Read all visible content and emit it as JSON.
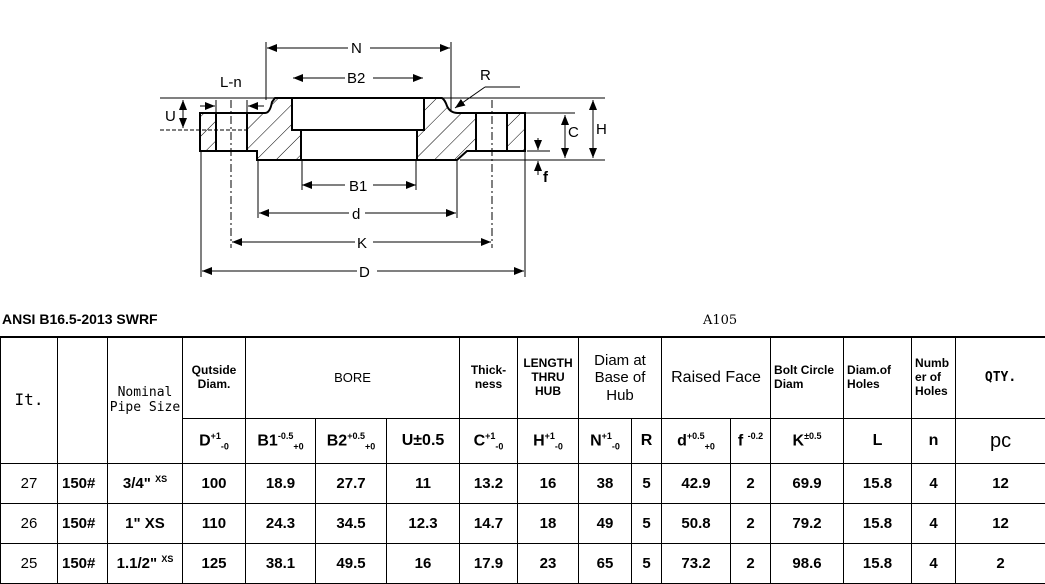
{
  "drawing": {
    "labels": {
      "N": "N",
      "B2": "B2",
      "R": "R",
      "Ln": "L-n",
      "U": "U",
      "C": "C",
      "H": "H",
      "f": "f",
      "B1": "B1",
      "d": "d",
      "K": "K",
      "D": "D"
    }
  },
  "title": "ANSI B16.5-2013 SWRF",
  "material": "A105",
  "table": {
    "headers": {
      "it": "It.",
      "nps": "Nominal Pipe Size",
      "od": "Qutside Diam.",
      "bore": "BORE",
      "thick": "Thick- ness",
      "length": "LENGTH THRU HUB",
      "hubbase": "Diam at Base of Hub",
      "rf": "Raised Face",
      "bolt": "Bolt Circle Diam",
      "holes": "Diam.of Holes",
      "num": "Numb er of Holes",
      "qty": "QTY."
    },
    "sub": {
      "D": "D",
      "D_sup": "+1",
      "D_sub": "-0",
      "B1": "B1",
      "B1_sup": "-0.5",
      "B1_sub": "+0",
      "B2": "B2",
      "B2_sup": "+0.5",
      "B2_sub": "+0",
      "U": "U±0.5",
      "C": "C",
      "C_sup": "+1",
      "C_sub": "-0",
      "H": "H",
      "H_sup": "+1",
      "H_sub": "-0",
      "N": "N",
      "N_sup": "+1",
      "N_sub": "-0",
      "R": "R",
      "d": "d",
      "d_sup": "+0.5",
      "d_sub": "+0",
      "f": "f",
      "f_sup": "-0.2",
      "K": "K",
      "K_sup": "±0.5",
      "L": "L",
      "n": "n",
      "pc": "pc"
    },
    "rows": [
      {
        "it": "27",
        "cls": "150#",
        "size": "3/4\"",
        "size_sup": "XS",
        "D": "100",
        "B1": "18.9",
        "B2": "27.7",
        "U": "11",
        "C": "13.2",
        "H": "16",
        "N": "38",
        "R": "5",
        "d": "42.9",
        "f": "2",
        "K": "69.9",
        "L": "15.8",
        "n": "4",
        "qty": "12"
      },
      {
        "it": "26",
        "cls": "150#",
        "size": "1\" XS",
        "size_sup": "",
        "D": "110",
        "B1": "24.3",
        "B2": "34.5",
        "U": "12.3",
        "C": "14.7",
        "H": "18",
        "N": "49",
        "R": "5",
        "d": "50.8",
        "f": "2",
        "K": "79.2",
        "L": "15.8",
        "n": "4",
        "qty": "12"
      },
      {
        "it": "25",
        "cls": "150#",
        "size": "1.1/2\"",
        "size_sup": "XS",
        "D": "125",
        "B1": "38.1",
        "B2": "49.5",
        "U": "16",
        "C": "17.9",
        "H": "23",
        "N": "65",
        "R": "5",
        "d": "73.2",
        "f": "2",
        "K": "98.6",
        "L": "15.8",
        "n": "4",
        "qty": "2"
      }
    ]
  }
}
